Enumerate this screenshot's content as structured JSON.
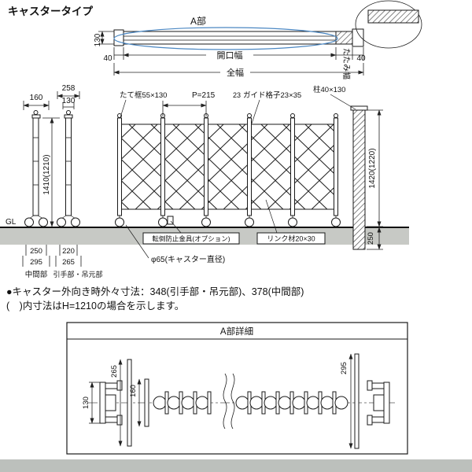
{
  "title": "キャスタータイプ",
  "colors": {
    "accent_blue": "#4b87c2",
    "ground": "#c7c9c5",
    "bottom_bar": "#bcc0bc"
  },
  "top_view": {
    "a_label": "A部",
    "dim_height": "130",
    "dim_post_left": "40",
    "opening_width": "開口幅",
    "folding_width": "たたみ幅",
    "dim_post_right": "40",
    "total_width": "全幅"
  },
  "elevation": {
    "middle_post": {
      "dim_width": "160",
      "dim_inner": "250",
      "dim_outer": "295",
      "label": "中間部"
    },
    "end_post": {
      "dim_width": "258",
      "dim_depth": "130",
      "dim_inner": "220",
      "dim_outer": "265",
      "label": "引手部・吊元部"
    },
    "dim_height": "1410(1210)",
    "gl": "GL",
    "label_frame": "たて框55×130",
    "label_pitch": "P=215",
    "dim_lattice": "23",
    "label_guide": "ガイド格子23×35",
    "label_post": "柱40×130",
    "dim_gate_height": "1420(1220)",
    "dim_embed": "250",
    "label_tipover": "転倒防止金具(オプション)",
    "label_link": "リンク材20×30",
    "label_caster": "φ65(キャスター直径)"
  },
  "notes": {
    "line1": "●キャスター外向き時外々寸法：348(引手部・吊元部)、378(中間部)",
    "line2": "(　)内寸法はH=1210の場合を示します。"
  },
  "detail": {
    "title": "A部詳細",
    "dim_bracket": "130",
    "dim_plate_a": "265",
    "dim_plate_b": "160",
    "dim_plate_c": "295"
  }
}
